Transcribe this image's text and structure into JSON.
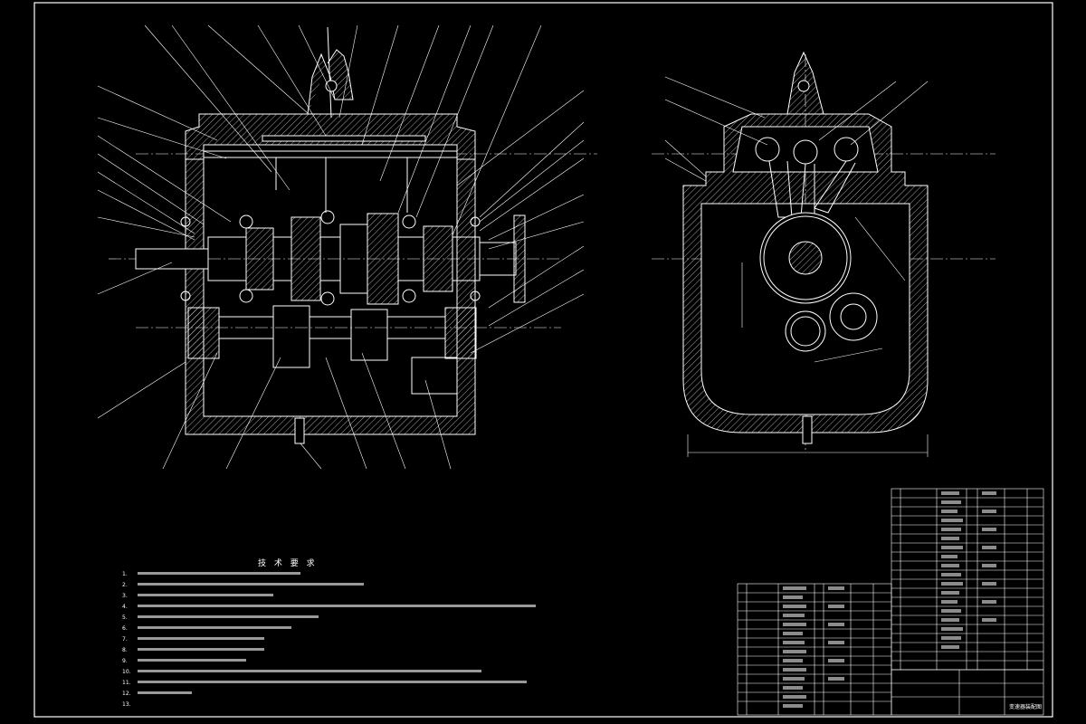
{
  "drawing": {
    "tech_requirements": {
      "heading": "技 术 要 求",
      "items": [
        "1.",
        "2.",
        "3.",
        "4.",
        "5.",
        "6.",
        "7.",
        "8.",
        "9.",
        "10.",
        "11.",
        "12.",
        "13."
      ]
    },
    "title_block": {
      "drawing_title": "变速器装配图"
    },
    "colors": {
      "background": "#000000",
      "outline": "#ffffff",
      "dimension": "#ffffff",
      "hatch": "#cfcfcf"
    }
  }
}
